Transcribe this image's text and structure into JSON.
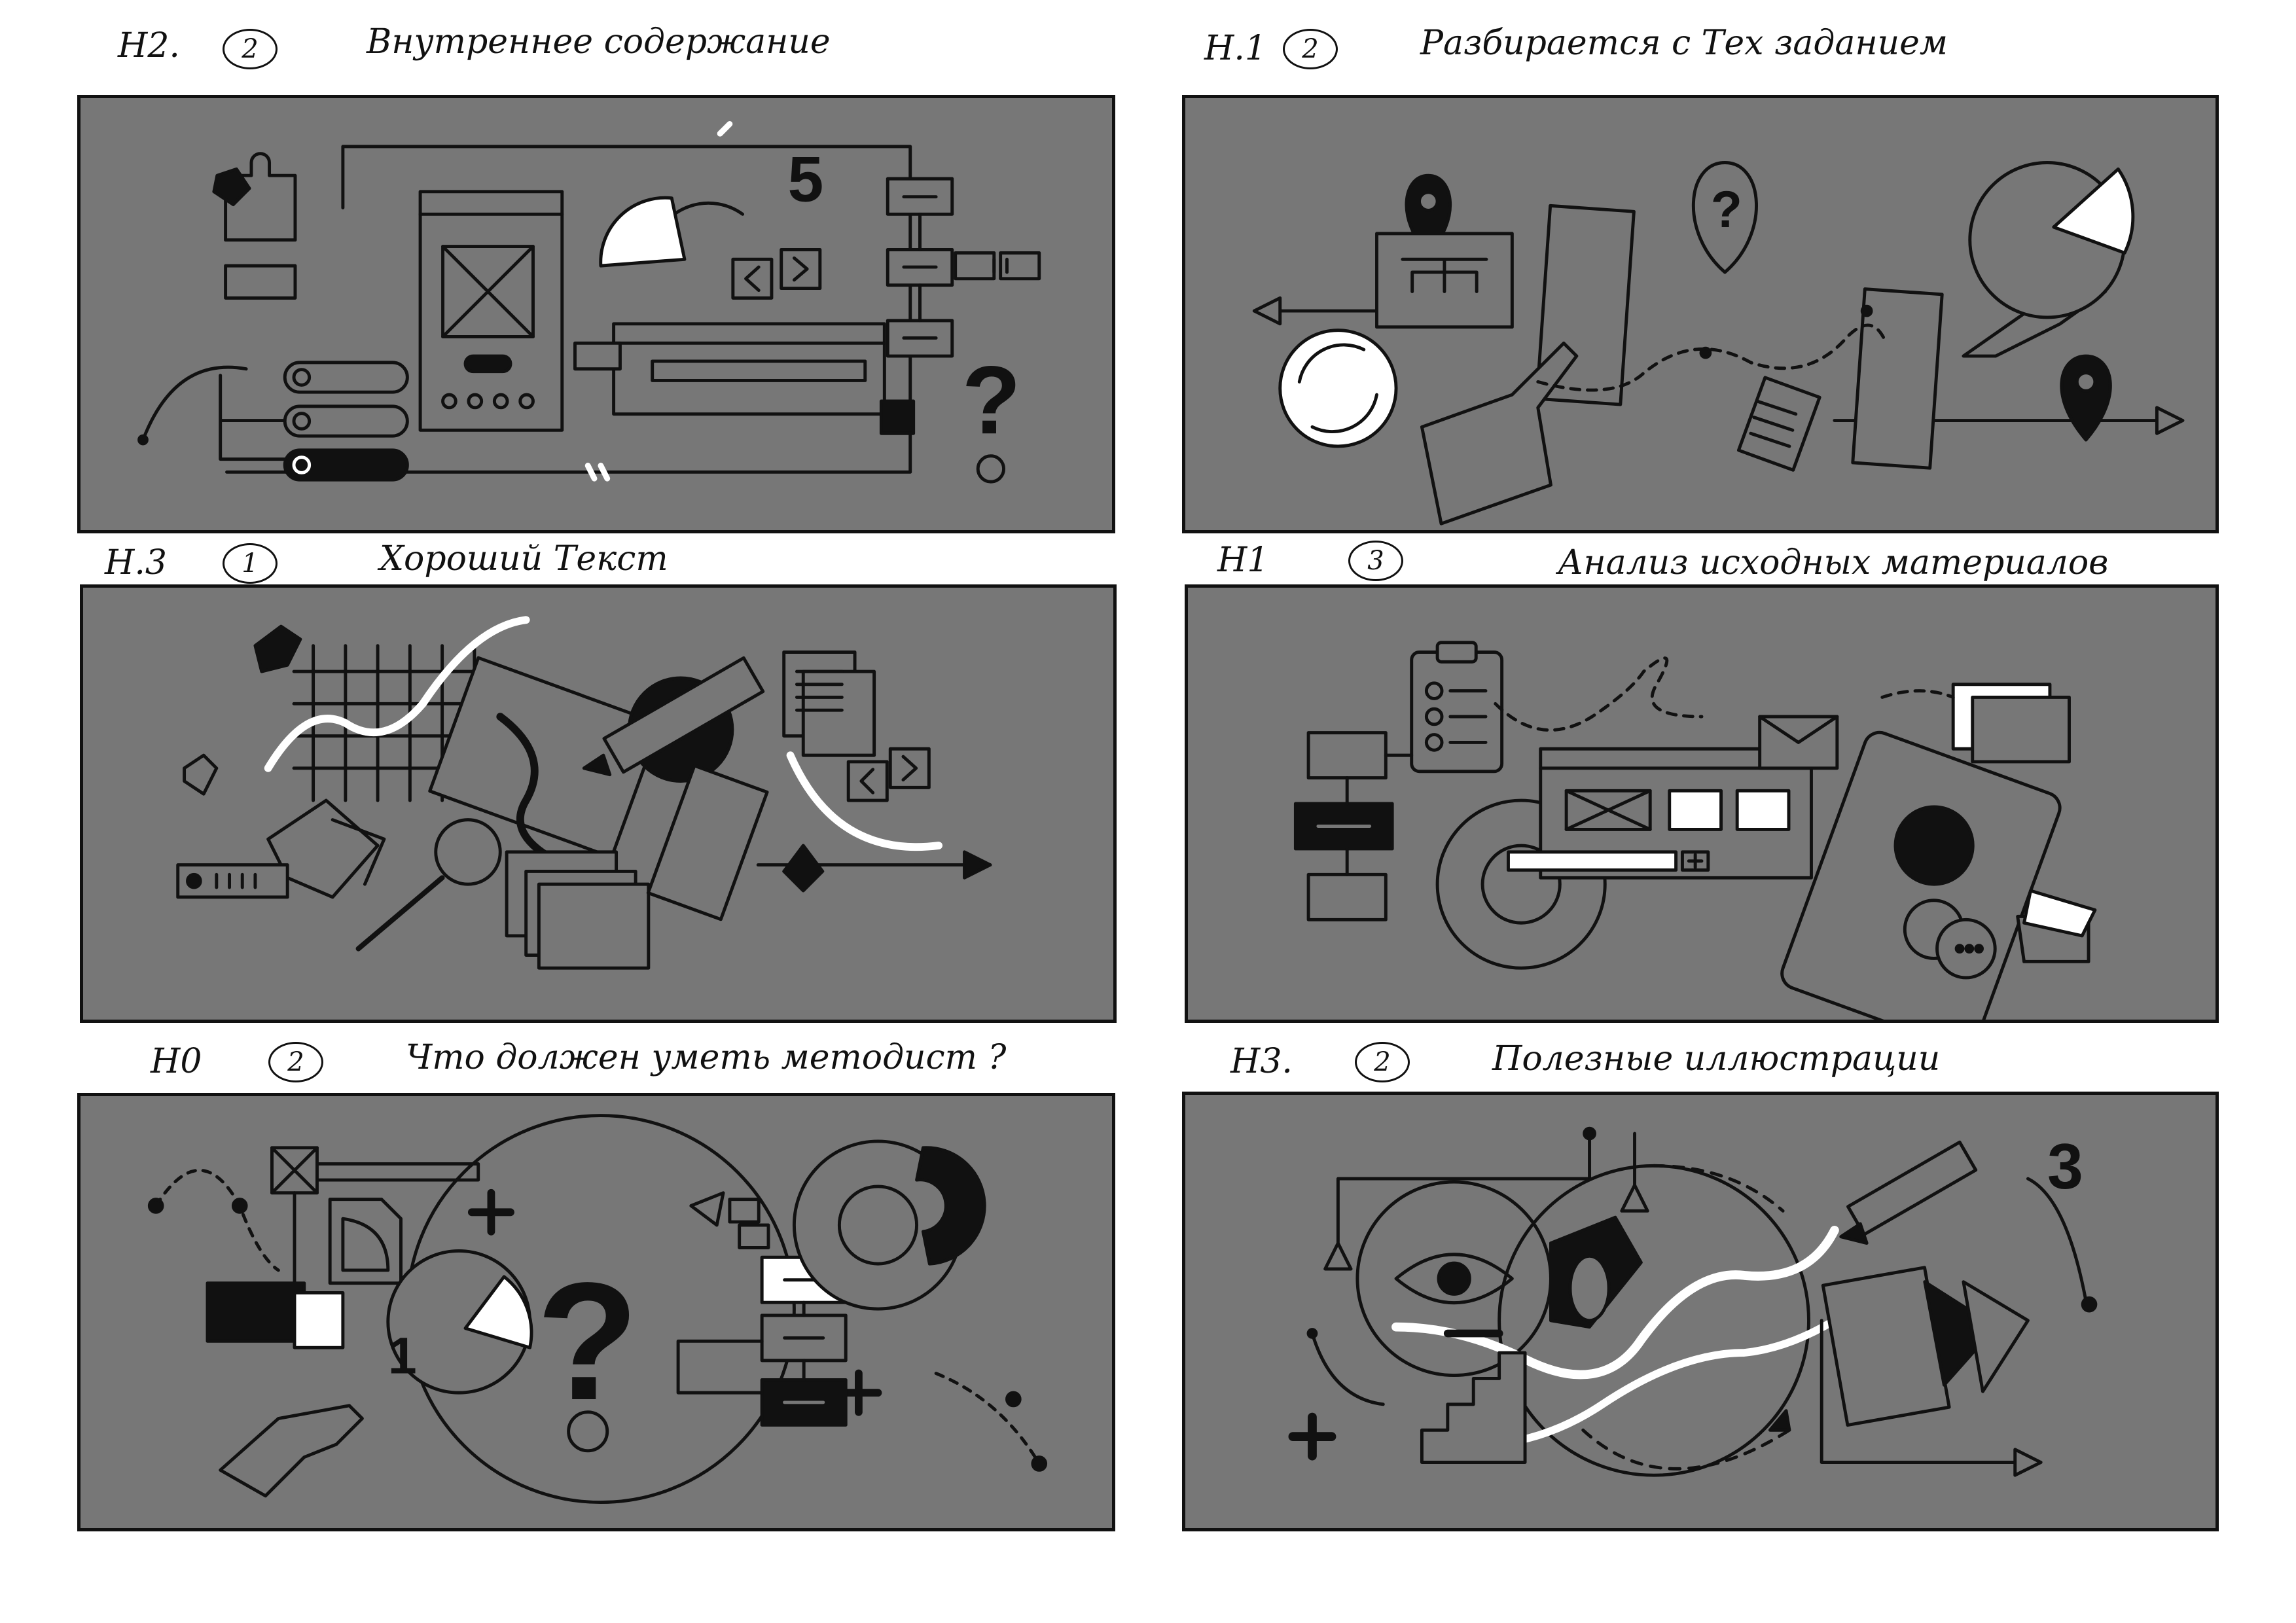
{
  "panels": [
    {
      "code": "Н2.",
      "priority": "2",
      "title": "Внутреннее содержание",
      "label": "5"
    },
    {
      "code": "Н.1",
      "priority": "2",
      "title": "Разбирается с Тех заданием"
    },
    {
      "code": "Н.3",
      "priority": "1",
      "title": "Хороший Текст"
    },
    {
      "code": "Н1",
      "priority": "3",
      "title": "Анализ исходных материалов"
    },
    {
      "code": "Н0",
      "priority": "2",
      "title": "Что должен уметь методист ?",
      "label": "1"
    },
    {
      "code": "Н3.",
      "priority": "2",
      "title": "Полезные иллюстрации",
      "label": "3"
    }
  ]
}
